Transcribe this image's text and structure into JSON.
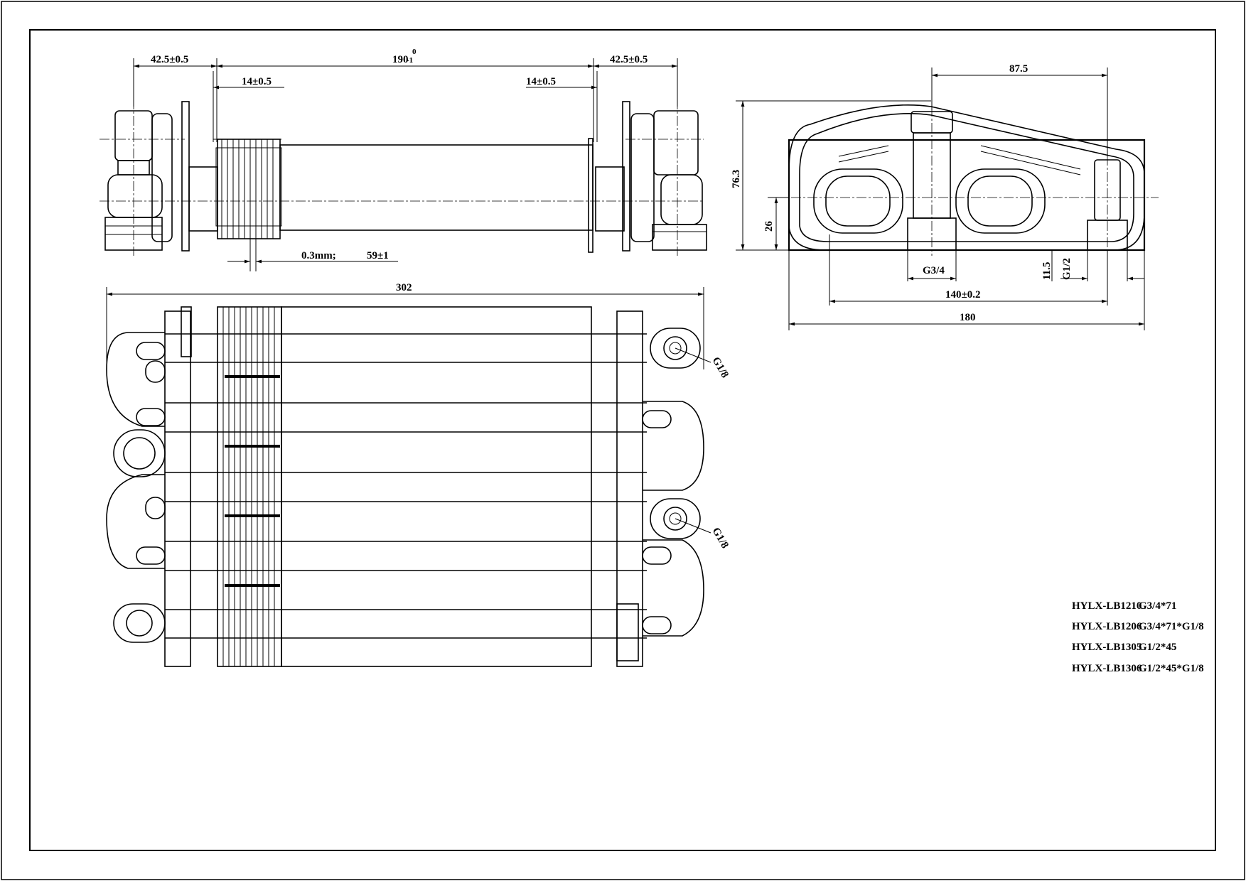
{
  "top_view": {
    "dim_left_flange": "42.5±0.5",
    "dim_length_main": "190",
    "dim_length_tol_upper": "0",
    "dim_length_tol_lower": "-1",
    "dim_right_flange": "42.5±0.5",
    "dim_fin_left": "14±0.5",
    "dim_fin_right": "14±0.5",
    "dim_fin_thickness": "0.3mm;",
    "dim_fin_count": "59±1"
  },
  "side_view": {
    "dim_top_offset": "87.5",
    "dim_height": "76.3",
    "dim_port_height": "26",
    "dim_port_main": "G3/4",
    "dim_port_small": "G1/2",
    "dim_port_offset": "11.5",
    "dim_pitch": "140±0.2",
    "dim_width": "180"
  },
  "front_view": {
    "dim_overall_length": "302",
    "sensor_port_1": "G1/8",
    "sensor_port_2": "G1/8"
  },
  "models": [
    {
      "code": "HYLX-LB1210",
      "spec": "G3/4*71"
    },
    {
      "code": "HYLX-LB1206",
      "spec": "G3/4*71*G1/8"
    },
    {
      "code": "HYLX-LB1305",
      "spec": "G1/2*45"
    },
    {
      "code": "HYLX-LB1306",
      "spec": "G1/2*45*G1/8"
    }
  ]
}
